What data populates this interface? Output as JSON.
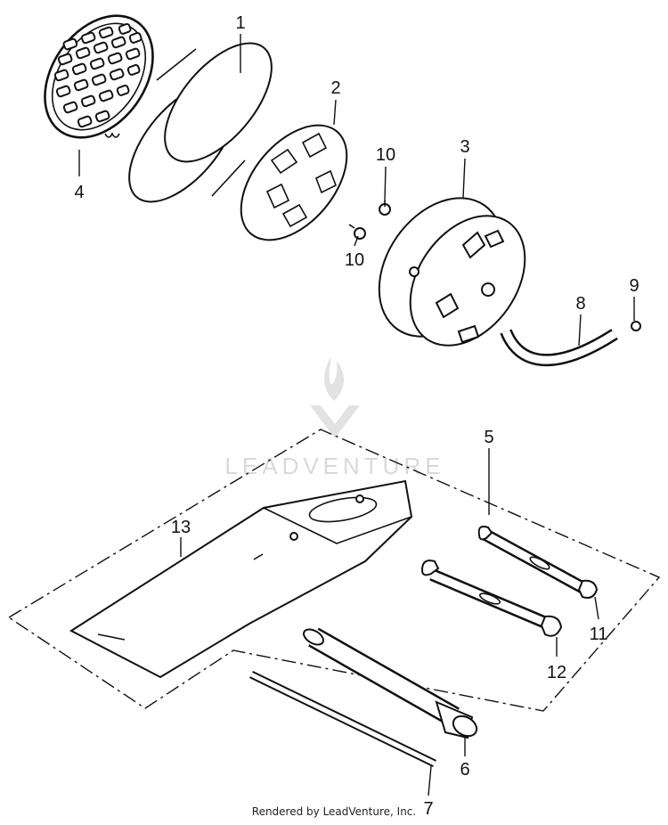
{
  "watermark": {
    "text": "LEADVENTURE"
  },
  "footer": {
    "text": "Rendered by LeadVenture, Inc."
  },
  "callouts": [
    "1",
    "2",
    "3",
    "4",
    "10",
    "10",
    "9",
    "8",
    "5",
    "13",
    "11",
    "12",
    "6",
    "7"
  ]
}
